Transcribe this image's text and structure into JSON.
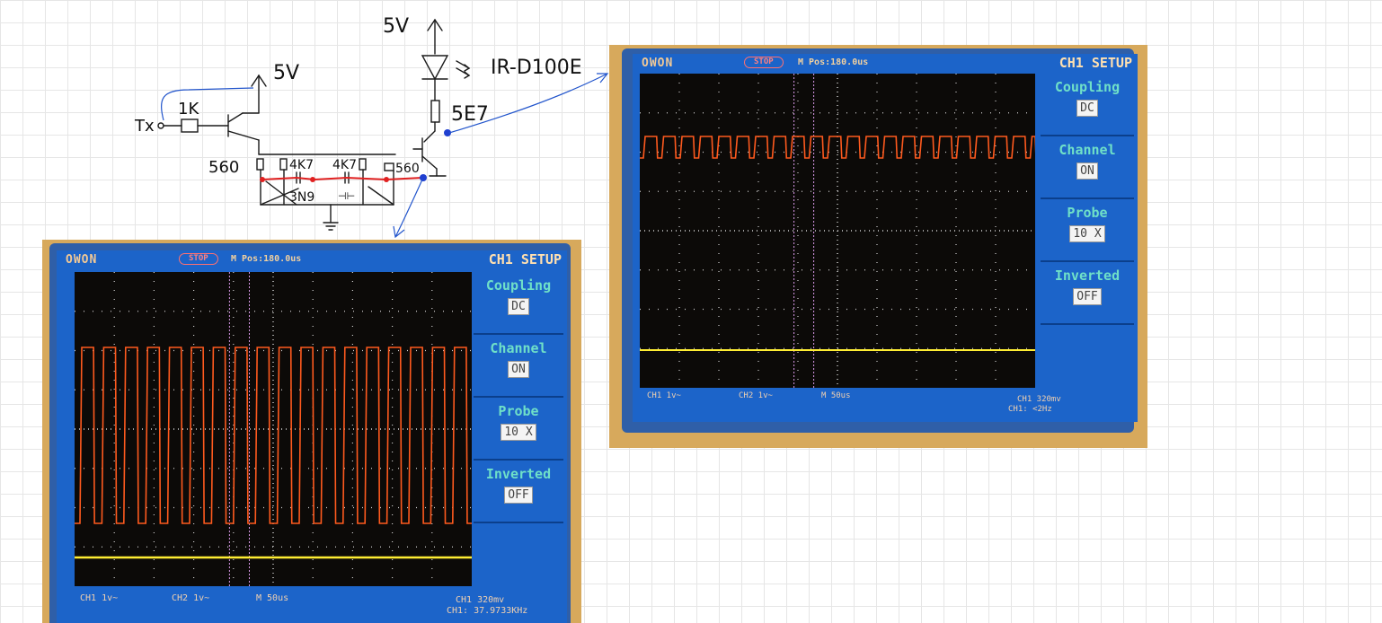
{
  "schematic": {
    "labels": {
      "vcc_top": "5V",
      "vcc_left": "5V",
      "led": "IR-D100E",
      "r_led": "5E7",
      "r_base": "1K",
      "tx": "Tx",
      "r560_left": "560",
      "r4k7_a": "4K7",
      "r4k7_b": "4K7",
      "r560_right": "560",
      "cap_left": "3N9",
      "cap_right": "⊣⊢"
    },
    "colors": {
      "ink": "#1a1a1a",
      "highlight": "#e02020",
      "arrow": "#2255cc"
    }
  },
  "scopes": [
    {
      "id": "scope-right",
      "brand": "OWON",
      "state": "STOP",
      "mpos": "M Pos:180.0us",
      "menu_title": "CH1 SETUP",
      "menu": [
        {
          "title": "Coupling",
          "value": "DC"
        },
        {
          "title": "Channel",
          "value": "ON"
        },
        {
          "title": "Probe",
          "value": "10 X"
        },
        {
          "title": "Inverted",
          "value": "OFF"
        }
      ],
      "footer": {
        "ch1": "CH1 1v~",
        "ch2": "CH2 1v~",
        "timebase": "M 50us",
        "trig": "CH1   320mv",
        "freq": "CH1: <2Hz"
      }
    },
    {
      "id": "scope-left",
      "brand": "OWON",
      "state": "STOP",
      "mpos": "M Pos:180.0us",
      "menu_title": "CH1 SETUP",
      "menu": [
        {
          "title": "Coupling",
          "value": "DC"
        },
        {
          "title": "Channel",
          "value": "ON"
        },
        {
          "title": "Probe",
          "value": "10 X"
        },
        {
          "title": "Inverted",
          "value": "OFF"
        }
      ],
      "footer": {
        "ch1": "CH1 1v~",
        "ch2": "CH2 1v~",
        "timebase": "M 50us",
        "trig": "CH1   320mv",
        "freq": "CH1: 37.9733KHz"
      }
    }
  ],
  "colors": {
    "screen": "#1c64c9",
    "trace": "#ff5a1e",
    "ch2_trace": "#ffee33",
    "grid": "#cfcfcf"
  }
}
